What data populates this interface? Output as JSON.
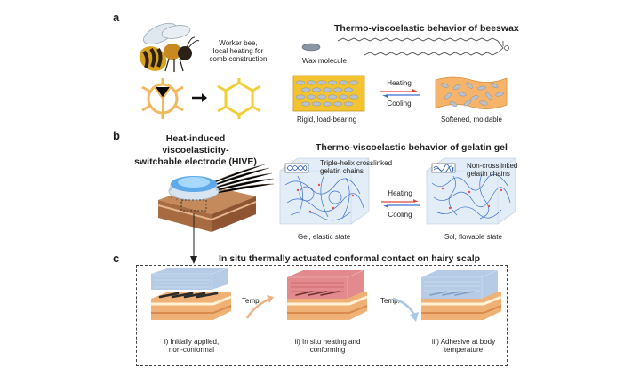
{
  "panel_a": {
    "letter": "a",
    "bee_caption": "Worker bee,\nlocal heating for\ncomb construction",
    "title": "Thermo-viscoelastic behavior of beeswax",
    "wax_molecule": "Wax molecule",
    "heating": "Heating",
    "cooling": "Cooling",
    "rigid": "Rigid, load-bearing",
    "softened": "Softened, moldable"
  },
  "panel_b": {
    "letter": "b",
    "hive_title": "Heat-induced viscoelasticity-\nswitchable electrode (HIVE)",
    "title": "Thermo-viscoelastic behavior of gelatin gel",
    "triple_helix": "Triple-helix crosslinked\ngelatin chains",
    "non_crosslinked": "Non-crosslinked\ngelatin chains",
    "heating": "Heating",
    "cooling": "Cooling",
    "gel_state": "Gel, elastic state",
    "sol_state": "Sol, flowable state"
  },
  "panel_c": {
    "letter": "c",
    "title": "In situ thermally actuated conformal contact on hairy scalp",
    "temp1": "Temp.",
    "temp2": "Temp.",
    "step1": "i) Initially applied,\nnon-conformal",
    "step2": "ii) In situ heating and\nconforming",
    "step3": "iii) Adhesive at body\ntemperature"
  },
  "colors": {
    "heating_arrow": "#e0463c",
    "cooling_arrow": "#3a6fd8",
    "wax_yellow": "#f4c430",
    "wax_orange": "#f6b36a",
    "gel_blue": "#bcd4ee"
  }
}
